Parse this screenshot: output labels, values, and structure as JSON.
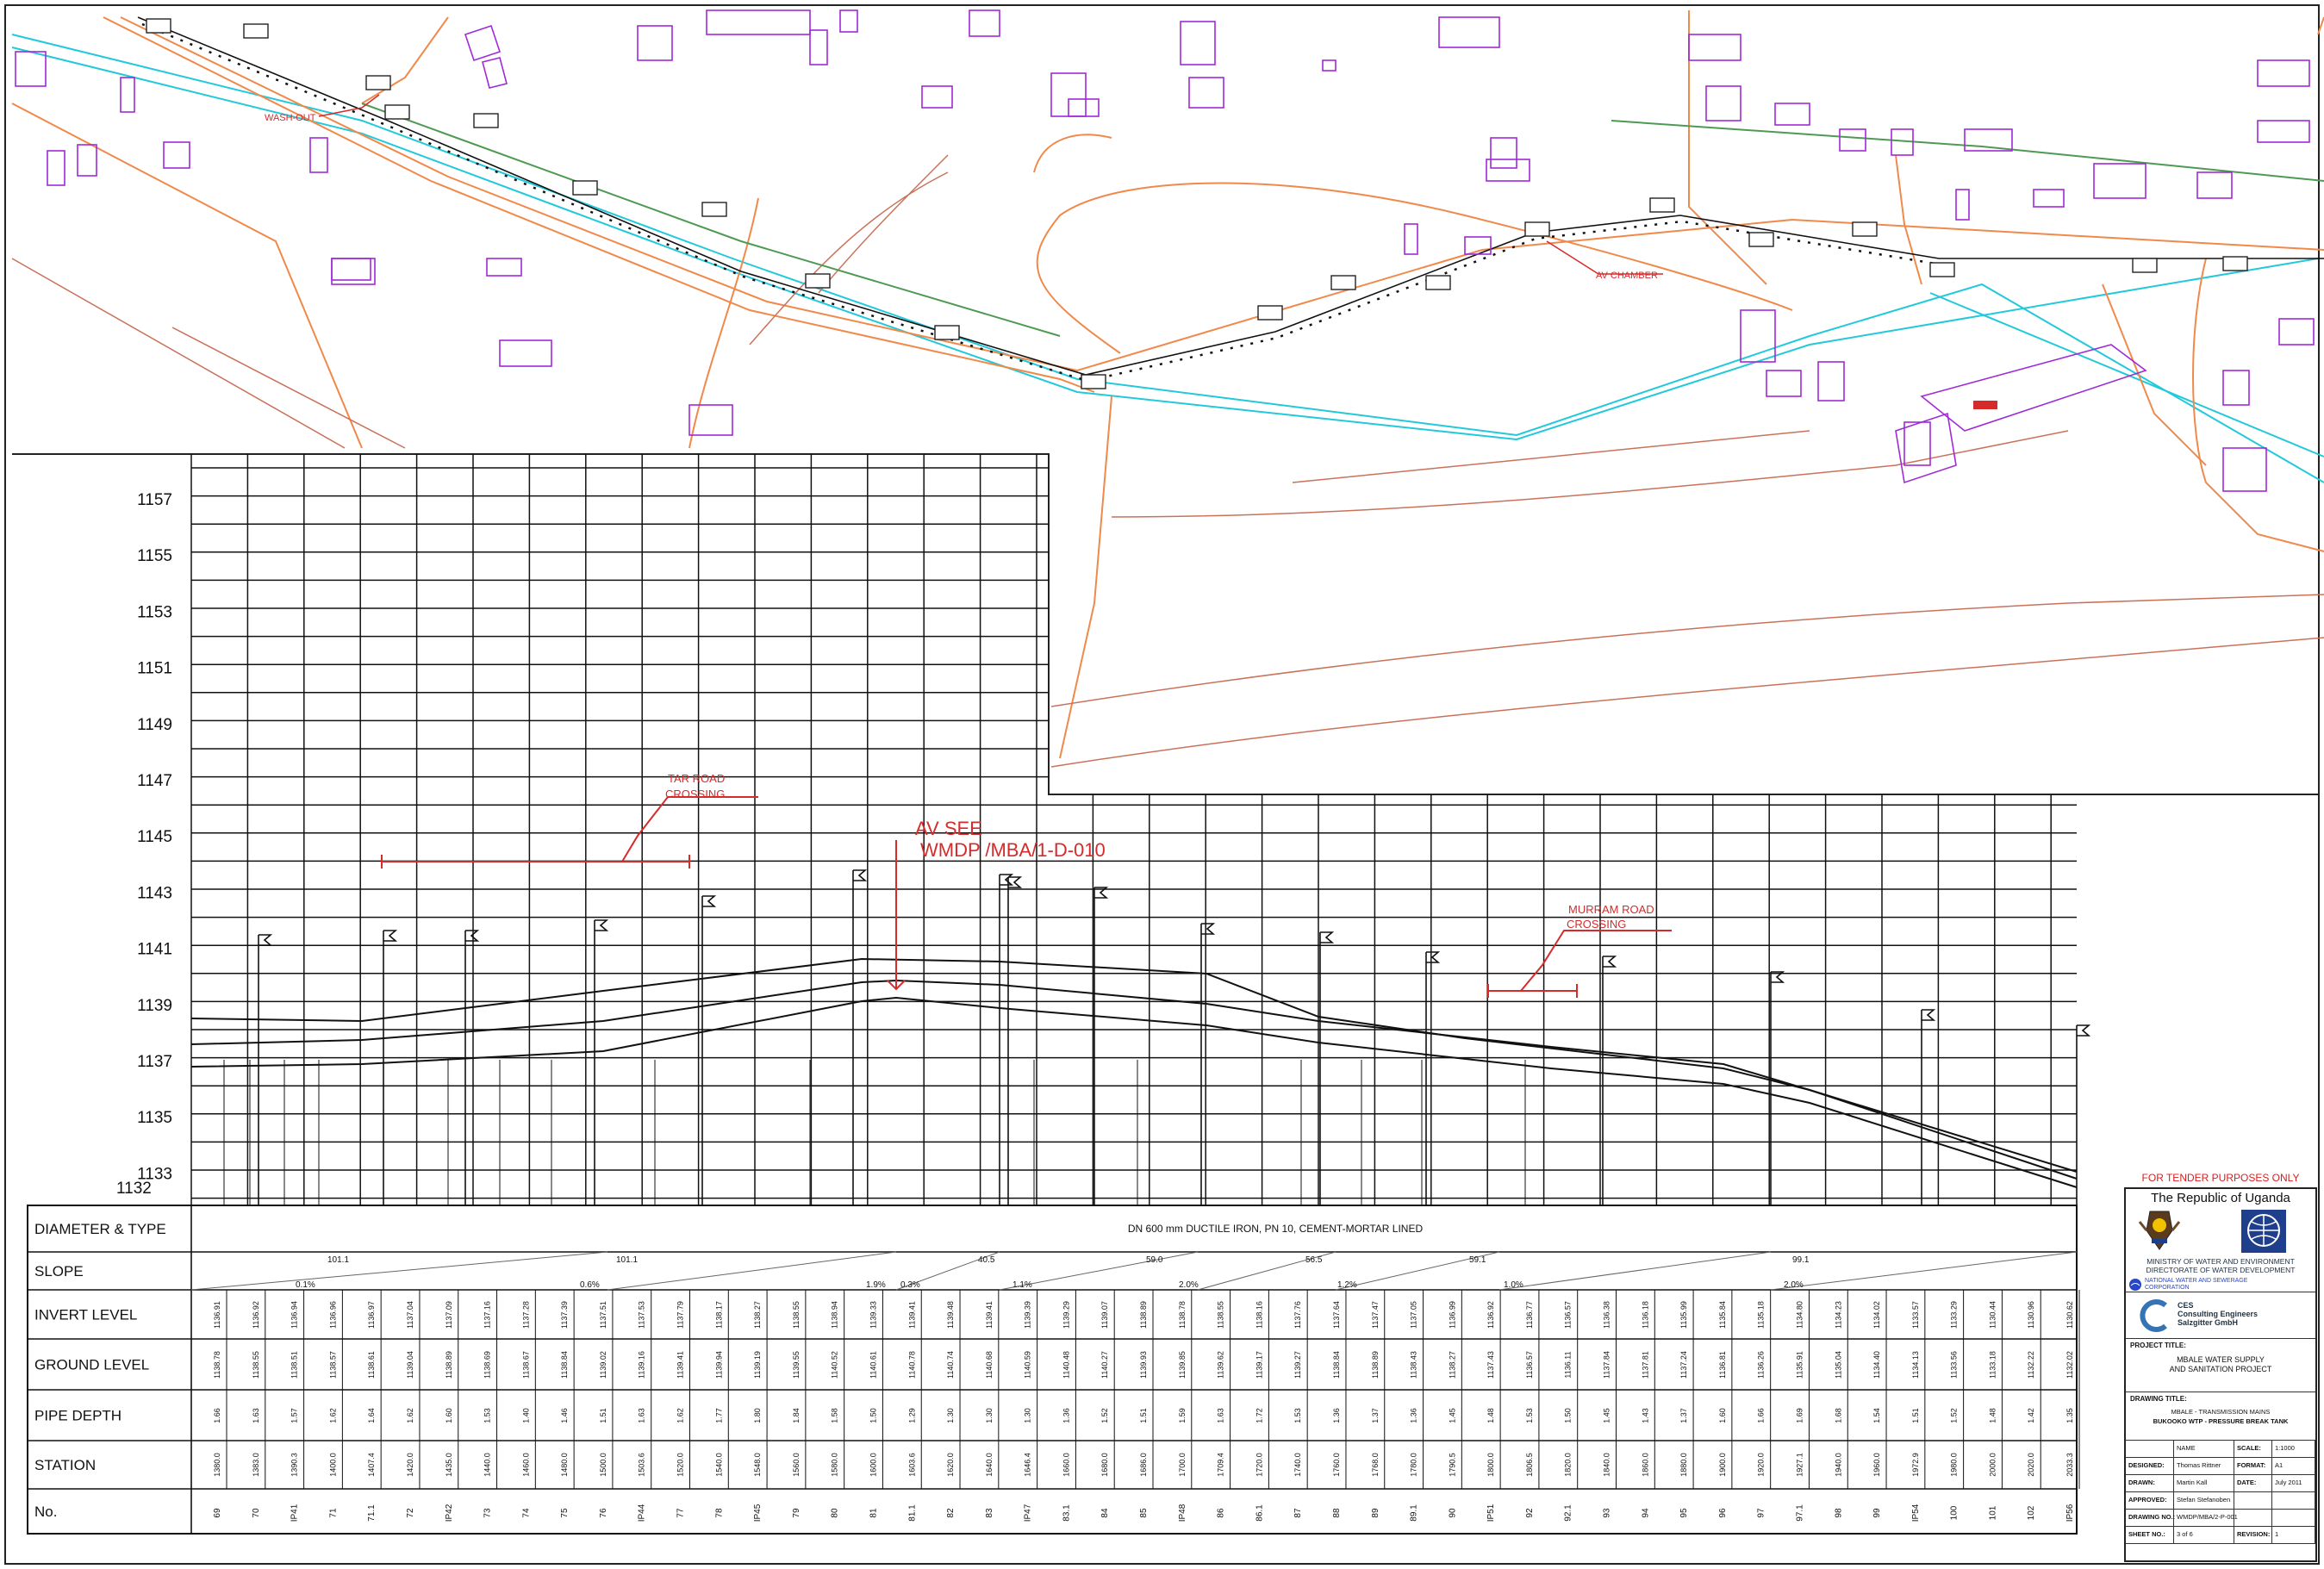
{
  "plan": {
    "labels": {
      "wash_out": "WASH-OUT",
      "av_chamber": "AV CHAMBER"
    }
  },
  "profile": {
    "elevation_ticks": [
      "1157",
      "1155",
      "1153",
      "1151",
      "1149",
      "1147",
      "1145",
      "1143",
      "1141",
      "1139",
      "1137",
      "1135",
      "1133"
    ],
    "datum": "1132",
    "annotations": {
      "tar_road": [
        "TAR ROAD",
        "CROSSING"
      ],
      "av_see": [
        "AV SEE",
        "WMDP /MBA/1-D-010"
      ],
      "murram_road": [
        "MURRAM ROAD",
        "CROSSING"
      ]
    }
  },
  "table": {
    "row_labels": [
      "DIAMETER & TYPE",
      "SLOPE",
      "INVERT LEVEL",
      "GROUND LEVEL",
      "PIPE DEPTH",
      "STATION",
      "No."
    ],
    "diameter_type": "DN 600 mm DUCTILE IRON, PN 10, CEMENT-MORTAR LINED",
    "slope_lengths": [
      "101.1",
      "101.1",
      "40.5",
      "59.0",
      "56.5",
      "59.1",
      "99.1"
    ],
    "slope_percents": [
      "0.1%",
      "0.6%",
      "1.9%",
      "0.3%",
      "1.1%",
      "2.0%",
      "1.2%",
      "1.0%",
      "2.0%"
    ],
    "numbers": [
      "69",
      "70",
      "IP41",
      "71",
      "71.1",
      "72",
      "IP42",
      "73",
      "74",
      "75",
      "76",
      "IP44",
      "77",
      "78",
      "IP45",
      "79",
      "80",
      "81",
      "81.1",
      "82",
      "83",
      "IP47",
      "83.1",
      "84",
      "85",
      "IP48",
      "86",
      "86.1",
      "87",
      "88",
      "89",
      "89.1",
      "90",
      "IP51",
      "92",
      "92.1",
      "93",
      "94",
      "95",
      "96",
      "97",
      "97.1",
      "98",
      "99",
      "IP54",
      "100",
      "101",
      "102",
      "IP56"
    ],
    "stations": [
      "1380.0",
      "1383.0",
      "1390.3",
      "1400.0",
      "1407.4",
      "1420.0",
      "1435.0",
      "1440.0",
      "1460.0",
      "1480.0",
      "1500.0",
      "1503.6",
      "1520.0",
      "1540.0",
      "1548.0",
      "1560.0",
      "1580.0",
      "1600.0",
      "1603.6",
      "1620.0",
      "1640.0",
      "1646.4",
      "1660.0",
      "1680.0",
      "1686.0",
      "1700.0",
      "1709.4",
      "1720.0",
      "1740.0",
      "1760.0",
      "1768.0",
      "1780.0",
      "1790.5",
      "1800.0",
      "1806.5",
      "1820.0",
      "1840.0",
      "1860.0",
      "1880.0",
      "1900.0",
      "1920.0",
      "1927.1",
      "1940.0",
      "1960.0",
      "1972.9",
      "1980.0",
      "2000.0",
      "2020.0",
      "2033.3"
    ],
    "ground_levels": [
      "1138.78",
      "1138.55",
      "1138.51",
      "1138.57",
      "1138.61",
      "1139.04",
      "1138.89",
      "1138.69",
      "1138.67",
      "1138.84",
      "1139.02",
      "1139.16",
      "1139.41",
      "1139.94",
      "1139.19",
      "1139.55",
      "1140.52",
      "1140.61",
      "1140.78",
      "1140.74",
      "1140.68",
      "1140.59",
      "1140.48",
      "1140.27",
      "1139.93",
      "1139.85",
      "1139.62",
      "1139.17",
      "1139.27",
      "1138.84",
      "1138.89",
      "1138.43",
      "1138.27",
      "1137.43",
      "1136.57",
      "1136.11",
      "1137.84",
      "1137.81",
      "1137.24",
      "1136.81",
      "1136.26",
      "1135.91",
      "1135.04",
      "1134.40",
      "1134.13",
      "1133.56",
      "1133.18",
      "1132.22",
      "1132.02"
    ],
    "invert_levels": [
      "1136.91",
      "1136.92",
      "1136.94",
      "1136.96",
      "1136.97",
      "1137.04",
      "1137.09",
      "1137.16",
      "1137.28",
      "1137.39",
      "1137.51",
      "1137.53",
      "1137.79",
      "1138.17",
      "1138.27",
      "1138.55",
      "1138.94",
      "1139.33",
      "1139.41",
      "1139.48",
      "1139.41",
      "1139.39",
      "1139.29",
      "1139.07",
      "1138.89",
      "1138.78",
      "1138.55",
      "1138.16",
      "1137.76",
      "1137.64",
      "1137.47",
      "1137.05",
      "1136.99",
      "1136.92",
      "1136.77",
      "1136.57",
      "1136.38",
      "1136.18",
      "1135.99",
      "1135.84",
      "1135.18",
      "1134.80",
      "1134.23",
      "1134.02",
      "1133.57",
      "1133.29",
      "1130.44",
      "1130.96",
      "1130.62"
    ],
    "pipe_depths": [
      "1.66",
      "1.63",
      "1.57",
      "1.62",
      "1.64",
      "1.62",
      "1.60",
      "1.53",
      "1.40",
      "1.46",
      "1.51",
      "1.63",
      "1.62",
      "1.77",
      "1.80",
      "1.84",
      "1.58",
      "1.50",
      "1.29",
      "1.30",
      "1.30",
      "1.30",
      "1.36",
      "1.52",
      "1.51",
      "1.59",
      "1.63",
      "1.72",
      "1.53",
      "1.36",
      "1.37",
      "1.36",
      "1.45",
      "1.48",
      "1.53",
      "1.50",
      "1.45",
      "1.43",
      "1.37",
      "1.60",
      "1.66",
      "1.69",
      "1.68",
      "1.54",
      "1.51",
      "1.52",
      "1.48",
      "1.42",
      "1.35"
    ]
  },
  "title_block": {
    "tender": "FOR TENDER PURPOSES ONLY",
    "republic": "The Republic of Uganda",
    "ministry": [
      "MINISTRY OF WATER AND ENVIRONMENT",
      "DIRECTORATE OF WATER DEVELOPMENT"
    ],
    "nwsc": [
      "NATIONAL WATER AND SEWERAGE",
      "CORPORATION"
    ],
    "ces": [
      "CES",
      "Consulting Engineers",
      "Salzgitter GmbH"
    ],
    "project_title_label": "PROJECT TITLE:",
    "project_title": [
      "MBALE WATER SUPPLY",
      "AND SANITATION PROJECT"
    ],
    "drawing_title_label": "DRAWING TITLE:",
    "drawing_title": [
      "MBALE - TRANSMISSION MAINS",
      "BUKOOKO WTP - PRESSURE BREAK TANK"
    ],
    "rows": [
      {
        "k": "",
        "v": "NAME",
        "k2": "SCALE:",
        "v2": "1:1000"
      },
      {
        "k": "DESIGNED:",
        "v": "Thomas Rittner",
        "k2": "FORMAT:",
        "v2": "A1"
      },
      {
        "k": "DRAWN:",
        "v": "Martin Kall",
        "k2": "DATE:",
        "v2": "July 2011"
      },
      {
        "k": "APPROVED:",
        "v": "Stefan Stefanoben",
        "k2": "",
        "v2": ""
      },
      {
        "k": "DRAWING NO.:",
        "v": "WMDP/MBA/2-P-001",
        "k2": "",
        "v2": ""
      },
      {
        "k": "SHEET NO.:",
        "v": "3 of 6",
        "k2": "REVISION:",
        "v2": "1"
      }
    ]
  }
}
